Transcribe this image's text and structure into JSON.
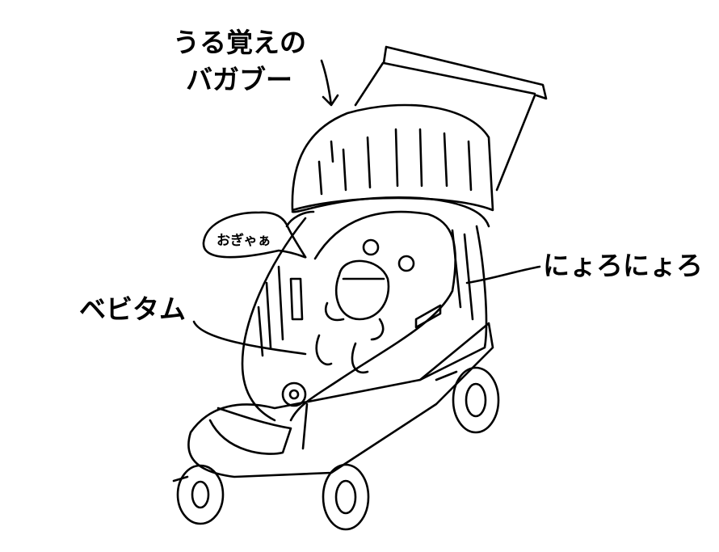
{
  "labels": {
    "title_line1": "うる覚えの",
    "title_line2": "バガブー",
    "right_label": "にょろにょろ",
    "left_label": "ベビタム",
    "speech_bubble": "おぎゃぁ"
  },
  "colors": {
    "ink": "#000000",
    "background": "#ffffff"
  }
}
